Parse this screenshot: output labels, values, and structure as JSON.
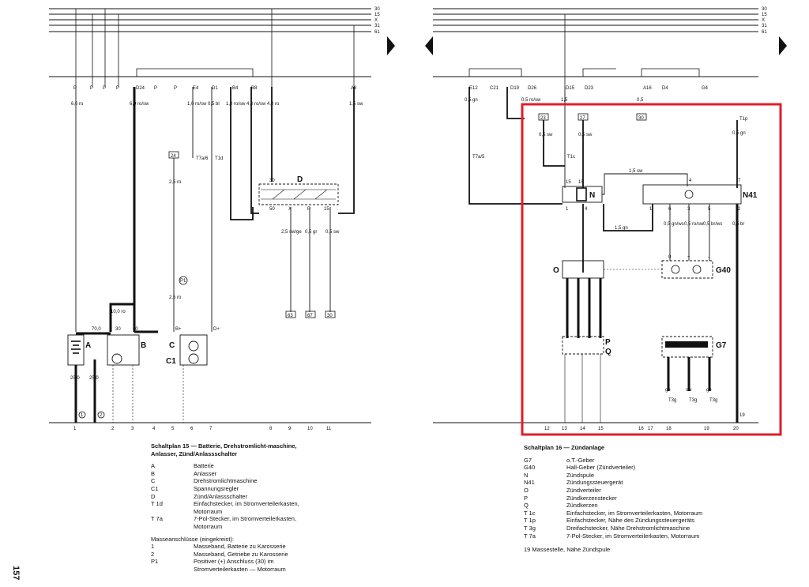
{
  "page_number": "157",
  "bus_labels": [
    "30",
    "15",
    "X",
    "31",
    "61"
  ],
  "left": {
    "bus_taps": [
      "P",
      "P",
      "P",
      "P",
      "D24",
      "P",
      "P",
      "E4",
      "D1",
      "B4",
      "B8",
      "A8"
    ],
    "wire_specs": [
      "6,0 ro",
      "6,0 ro/sw",
      "1,0 ro/sw",
      "0,5 bl",
      "1,0 ro/sw",
      "4,0 ro/sw",
      "4,0 ro",
      "1,5 sw"
    ],
    "connectors": [
      "T7a/6",
      "T1d"
    ],
    "box_24": "24",
    "wire_24": "2,5 ro",
    "p1": "P1",
    "wire_p1": "2,5 ro",
    "comp_d": "D",
    "d_terms": [
      "30",
      "50",
      "X",
      "P",
      "15"
    ],
    "d_out_wires": [
      "2,5 sw/ge",
      "0,5 gr",
      "0,5 sw"
    ],
    "boxes_bottom": [
      "63",
      "67",
      "30"
    ],
    "battery": "A",
    "starter": "B",
    "alternator": "C",
    "regulator": "C1",
    "wire_a_top": "70,0",
    "wire_b": "10,0 ro",
    "terms_ab": [
      "30",
      "50",
      "B+",
      "D+"
    ],
    "ground_wires": [
      "25,0",
      "25,0"
    ],
    "ground_marks": [
      "1",
      "2"
    ],
    "columns": [
      "1",
      "2",
      "3",
      "4",
      "5",
      "6",
      "7",
      "8",
      "9",
      "10",
      "11"
    ],
    "caption_title": "Schaltplan 15 — Batterie, Drehstromlicht-maschine, Anlasser, Zünd/Anlassschalter",
    "legend": [
      {
        "code": "A",
        "desc": "Batterie"
      },
      {
        "code": "B",
        "desc": "Anlasser"
      },
      {
        "code": "C",
        "desc": "Drehstromlichtmaschine"
      },
      {
        "code": "C1",
        "desc": "Spannungsregler"
      },
      {
        "code": "D",
        "desc": "Zünd/Anlassschalter"
      },
      {
        "code": "T 1d",
        "desc": "Einfachstecker, im Stromverteilerkasten, Motorraum"
      },
      {
        "code": "T 7a",
        "desc": "7-Pol-Stecker, im Stromverteilerkasten, Motorraum"
      }
    ],
    "ground_title": "Masseanschlüsse (eingekreist):",
    "ground_legend": [
      {
        "code": "1",
        "desc": "Masseband, Batterie zu Karosserie"
      },
      {
        "code": "2",
        "desc": "Masseband, Getriebe zu Karosserie"
      },
      {
        "code": "P1",
        "desc": "Positiver (+) Anschluss (30) im Stromverteilerkasten — Motorraum"
      }
    ]
  },
  "right": {
    "bus_taps": [
      "E12",
      "C21",
      "D19",
      "D26",
      "D15",
      "D23",
      "A16",
      "D4",
      "G4"
    ],
    "wire_specs": [
      "0,5 gn",
      "0,5 ro/sw",
      "1,5",
      "0,5"
    ],
    "connectors": [
      "T7a/5",
      "T1c",
      "T1p"
    ],
    "boxes": [
      "23",
      "27",
      "30"
    ],
    "wire_23": "0,5 sw",
    "wire_27": "0,5 sw",
    "wire_t1p": "0,5 gn",
    "coil": "N",
    "coil_terms": [
      "15",
      "15",
      "1",
      "4"
    ],
    "ecu": "N41",
    "ecu_terms": [
      "1",
      "6",
      "3",
      "5",
      "7",
      "2",
      "4"
    ],
    "ecu_in": "1,5 sw",
    "coil_link": "1,5 gn",
    "ecu_out_wires": [
      "0,5 gn/ws",
      "0,5 ro/sw",
      "0,5 br/ws",
      "0,5 br"
    ],
    "distributor": "O",
    "hall": "G40",
    "hall_terms": [
      "0",
      "+",
      "-"
    ],
    "plugs_p": "P",
    "plugs_q": "Q",
    "tdc": "G7",
    "g7_wires": [
      "ge",
      "sw",
      "ge"
    ],
    "g7_conn": [
      "T3g",
      "T3g",
      "T3g"
    ],
    "ground_mark": "19",
    "columns": [
      "12",
      "13",
      "14",
      "15",
      "16",
      "17",
      "18",
      "19",
      "20"
    ],
    "caption_title": "Schaltplan 16 — Zündanlage",
    "legend": [
      {
        "code": "G7",
        "desc": "o.T.-Geber"
      },
      {
        "code": "G40",
        "desc": "Hall-Geber (Zündverteiler)"
      },
      {
        "code": "N",
        "desc": "Zündspule"
      },
      {
        "code": "N41",
        "desc": "Zündungssteuergerät"
      },
      {
        "code": "O",
        "desc": "Zündverteiler"
      },
      {
        "code": "P",
        "desc": "Zündkerzenstecker"
      },
      {
        "code": "Q",
        "desc": "Zündkerzen"
      },
      {
        "code": "T 1c",
        "desc": "Einfachstecker, im Stromverteilerkasten, Motorraum"
      },
      {
        "code": "T 1p",
        "desc": "Einfachstecker, Nähe des Zündungssteuergeräts"
      },
      {
        "code": "T 3g",
        "desc": "Dreifachstecker, Nähe Drehstromlichtmaschine"
      },
      {
        "code": "T 7a",
        "desc": "7-Pol-Stecker, im Stromverteilerkasten, Motorraum"
      }
    ],
    "footnote": "19  Massestelle, Nähe Zündspule"
  },
  "colors": {
    "ink": "#111111",
    "highlight": "#e01e2a",
    "paper": "#ffffff"
  }
}
